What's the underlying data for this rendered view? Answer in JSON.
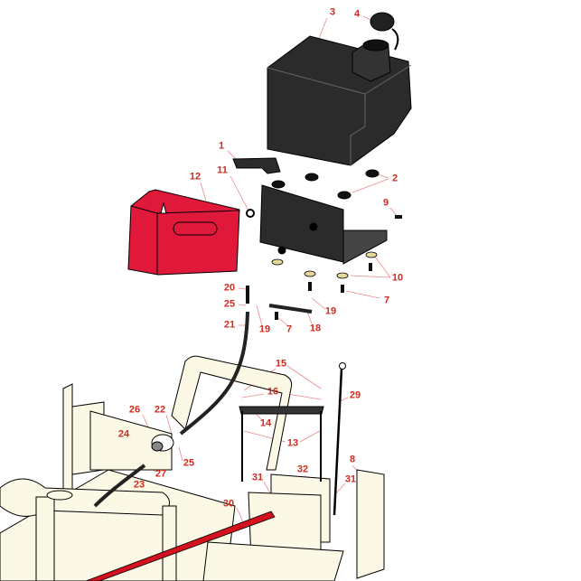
{
  "diagram": {
    "title": "Fuel tank assembly exploded parts view",
    "colors": {
      "callout": "#d42a1e",
      "tank": "#2b2b2b",
      "shroud": "#e0193a",
      "frame": "#fbf8e6",
      "outline": "#000000"
    },
    "callouts": [
      {
        "id": "c3",
        "label": "3"
      },
      {
        "id": "c4",
        "label": "4"
      },
      {
        "id": "c1",
        "label": "1"
      },
      {
        "id": "c11",
        "label": "11"
      },
      {
        "id": "c12",
        "label": "12"
      },
      {
        "id": "c2",
        "label": "2"
      },
      {
        "id": "c9",
        "label": "9"
      },
      {
        "id": "c10",
        "label": "10"
      },
      {
        "id": "c7a",
        "label": "7"
      },
      {
        "id": "c20",
        "label": "20"
      },
      {
        "id": "c25a",
        "label": "25"
      },
      {
        "id": "c21",
        "label": "21"
      },
      {
        "id": "c19a",
        "label": "19"
      },
      {
        "id": "c7b",
        "label": "7"
      },
      {
        "id": "c18",
        "label": "18"
      },
      {
        "id": "c19b",
        "label": "19"
      },
      {
        "id": "c15",
        "label": "15"
      },
      {
        "id": "c16",
        "label": "16"
      },
      {
        "id": "c29",
        "label": "29"
      },
      {
        "id": "c14",
        "label": "14"
      },
      {
        "id": "c26",
        "label": "26"
      },
      {
        "id": "c22",
        "label": "22"
      },
      {
        "id": "c24",
        "label": "24"
      },
      {
        "id": "c13",
        "label": "13"
      },
      {
        "id": "c8",
        "label": "8"
      },
      {
        "id": "c25b",
        "label": "25"
      },
      {
        "id": "c27",
        "label": "27"
      },
      {
        "id": "c23",
        "label": "23"
      },
      {
        "id": "c31a",
        "label": "31"
      },
      {
        "id": "c32",
        "label": "32"
      },
      {
        "id": "c31b",
        "label": "31"
      },
      {
        "id": "c30",
        "label": "30"
      }
    ]
  }
}
